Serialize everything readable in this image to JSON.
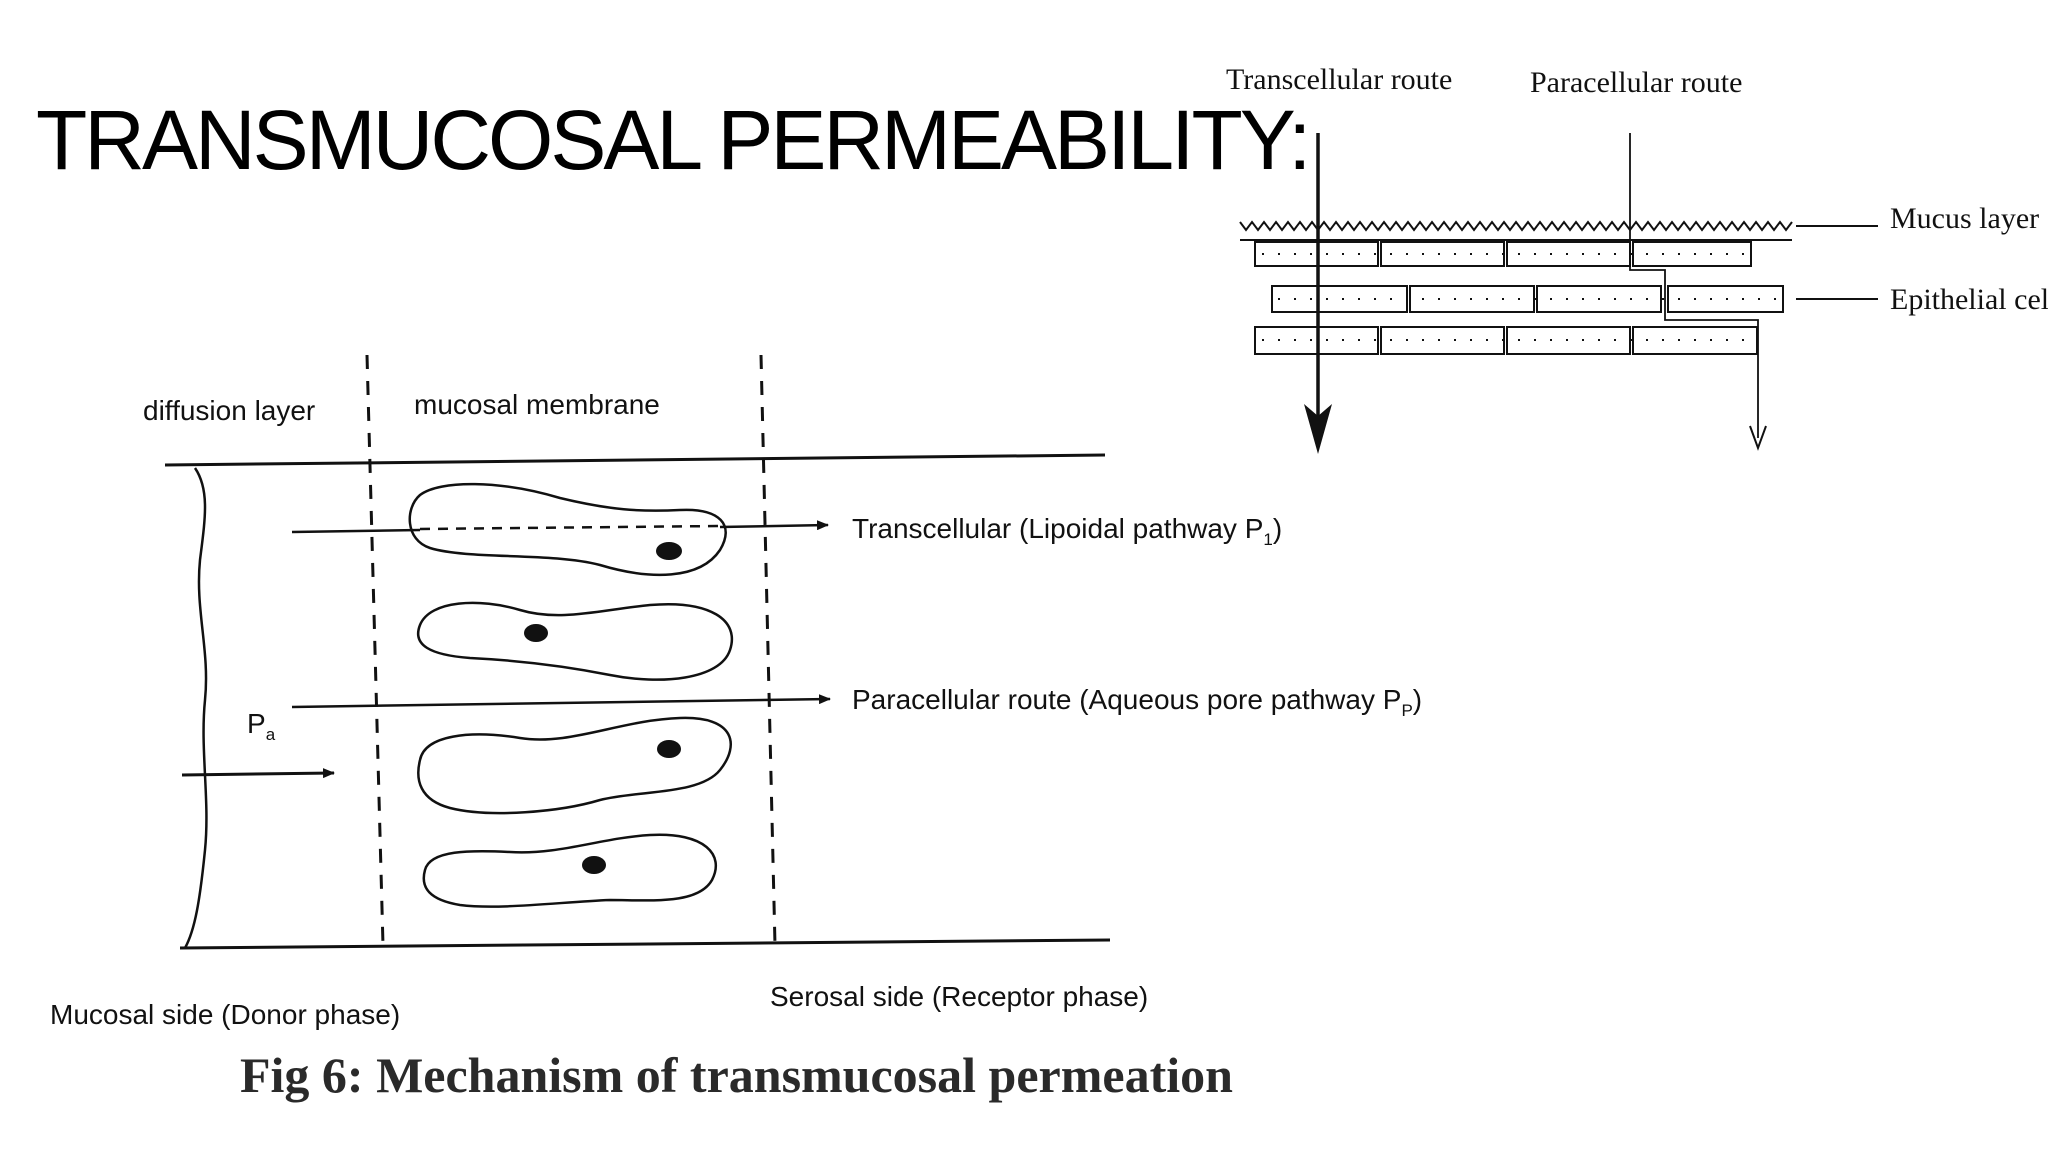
{
  "slide": {
    "title": "TRANSMUCOSAL PERMEABILITY:",
    "caption": "Fig 6: Mechanism of transmucosal permeation"
  },
  "main_diagram": {
    "regions": {
      "diffusion_layer": "diffusion layer",
      "mucosal_membrane": "mucosal membrane"
    },
    "pathways": {
      "transcellular": "Transcellular (Lipoidal pathway P",
      "transcellular_sub": "1",
      "transcellular_close": ")",
      "paracellular": "Paracellular route (Aqueous pore pathway P",
      "paracellular_sub": "P",
      "paracellular_close": ")"
    },
    "diffusion_coefficient": {
      "symbol": "P",
      "sub": "a"
    },
    "sides": {
      "mucosal": "Mucosal side (Donor phase)",
      "serosal": "Serosal side (Receptor phase)"
    }
  },
  "inset_diagram": {
    "routes": {
      "transcellular": "Transcellular route",
      "paracellular": "Paracellular route"
    },
    "layers": {
      "mucus": "Mucus layer",
      "epithelial": "Epithelial cell"
    }
  },
  "colors": {
    "ink": "#111111",
    "caption": "#2a2a2a"
  }
}
